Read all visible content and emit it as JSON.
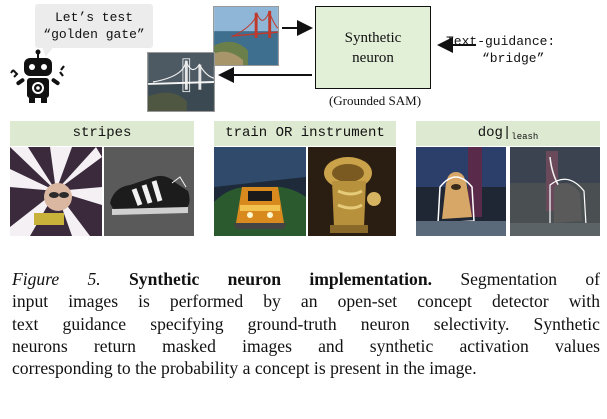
{
  "bubble": {
    "line1": "Let’s test",
    "line2": "“golden gate”"
  },
  "neuron_box": {
    "line1": "Synthetic",
    "line2": "neuron"
  },
  "grounded_label": "(Grounded SAM)",
  "text_guidance": {
    "line1": "Text-guidance:",
    "line2": "“bridge”"
  },
  "panels": [
    {
      "label": "stripes"
    },
    {
      "label": "train OR instrument"
    },
    {
      "label_main": "dog|",
      "label_sub": "leash"
    }
  ],
  "caption": {
    "fig_label": "Figure 5.",
    "title": "Synthetic neuron implementation.",
    "line1_rest": "Segmentation of",
    "line2": "input images is performed by an open-set concept detector with",
    "line3": "text guidance specifying ground-truth neuron selectivity. Synthetic",
    "line4": "neurons return masked images and synthetic activation values",
    "line5": "corresponding to the probability a concept is present in the image."
  },
  "colors": {
    "neuron_fill": "#e3f0d8",
    "header_fill": "#dde9d0",
    "bubble_fill": "#ececec"
  }
}
